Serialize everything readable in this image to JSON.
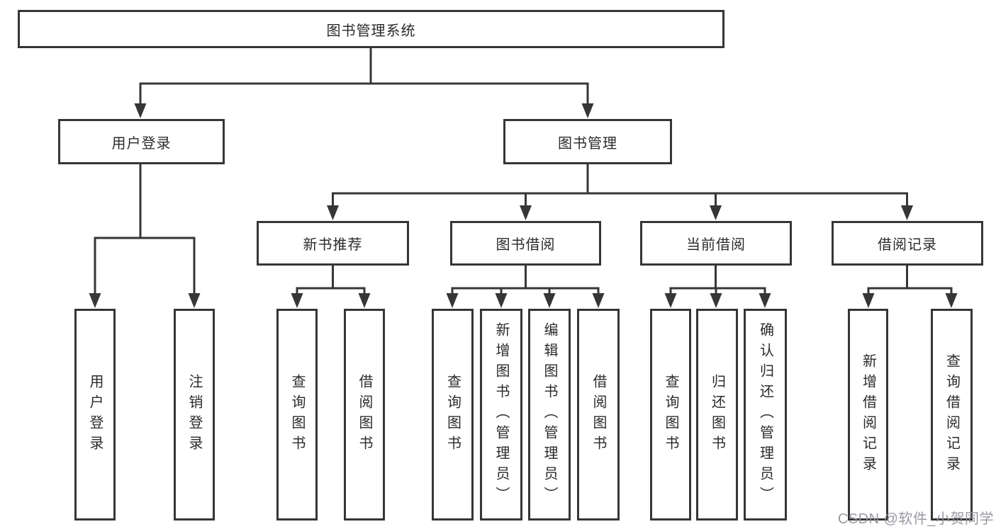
{
  "diagram": {
    "root": "图书管理系统",
    "level2": {
      "user": "用户登录",
      "book": "图书管理"
    },
    "level3": {
      "recommend": "新书推荐",
      "borrow": "图书借阅",
      "current": "当前借阅",
      "records": "借阅记录"
    },
    "leaves": {
      "user": [
        "用户登录",
        "注销登录"
      ],
      "recommend": [
        "查询图书",
        "借阅图书"
      ],
      "borrow": [
        "查询图书",
        "新增图书（管理员）",
        "编辑图书（管理员）",
        "借阅图书"
      ],
      "current": [
        "查询图书",
        "归还图书",
        "确认归还（管理员）"
      ],
      "records": [
        "新增借阅记录",
        "查询借阅记录"
      ]
    }
  },
  "watermark": "CSDN @软件_小贺同学",
  "colors": {
    "line": "#363636",
    "text": "#2b2b2b",
    "box_background": "#ffffff",
    "page_background": "#ffffff",
    "watermark": "#94949e"
  }
}
